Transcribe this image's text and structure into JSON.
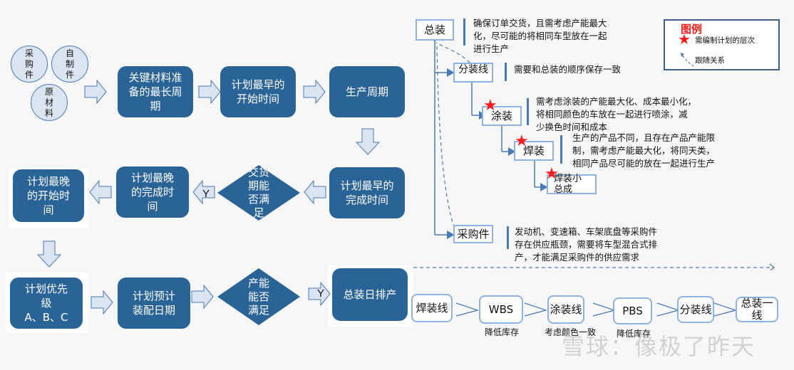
{
  "inputs": {
    "purchased": "采\n购\n件",
    "self_made": "自\n制\n件",
    "raw_material": "原\n材\n料"
  },
  "flow": {
    "key_material": "关键材料准\n备的最长周\n期",
    "earliest_start": "计划最早的\n开始时间",
    "production_cycle": "生产周期",
    "earliest_finish": "计划最早的\n完成时间",
    "delivery_decision": "交货\n期能\n否满\n足",
    "latest_finish": "计划最晚\n的完成时\n间",
    "latest_start": "计划最晚\n的开始时\n间",
    "priority": "计划优先\n级\nA、B、C",
    "expected_assembly_date": "计划预计\n装配日期",
    "capacity_decision": "产能\n能否\n满足",
    "daily_schedule": "总装日排产",
    "yes_label_1": "Y",
    "yes_label_2": "Y"
  },
  "hierarchy": {
    "final_assembly": {
      "label": "总装",
      "note": "确保订单交货，且需考虑产能最大\n化，尽可能的将相同车型放在一起\n进行生产"
    },
    "sub_assembly": {
      "label": "分装线",
      "note": "需要和总装的顺序保存一致"
    },
    "painting": {
      "label": "涂装",
      "note": "需考虑涂装的产能最大化、成本最小化，\n将相同颜色的车放在一起进行喷涂，减\n少换色时间和成本"
    },
    "welding": {
      "label": "焊装",
      "note": "生产的产品不同，且存在产品产能限\n制，需考虑产能最大化，将同天类，\n相同产品尽可能的放在一起进行生产"
    },
    "welding_subassembly": {
      "label": "焊装小\n总成"
    },
    "purchased_parts": {
      "label": "采购件",
      "note": "发动机、变速箱、车架底盘等采购件\n存在供应瓶颈，需要将车型混合式排\n产，才能满足采购件的供应需求"
    }
  },
  "legend": {
    "title": "图例",
    "star_label": "需编制计划的层次",
    "dashed_label": "跟随关系",
    "star_color": "#ff1a1a"
  },
  "line_flow": {
    "nodes": [
      {
        "label": "焊装线",
        "sub": ""
      },
      {
        "label": "WBS",
        "sub": "降低库存"
      },
      {
        "label": "涂装线",
        "sub": "考虑颜色一致"
      },
      {
        "label": "PBS",
        "sub": "降低库存"
      },
      {
        "label": "分装线",
        "sub": ""
      },
      {
        "label": "总装一\n线",
        "sub": ""
      }
    ]
  },
  "watermark": "雪球：像极了昨天",
  "colors": {
    "box_fill": "#2a6496",
    "arrow_fill": "#dbe5f1",
    "arrow_stroke": "#4a7ab5",
    "node_border": "#8db3e2",
    "background": "#f7f7f7"
  }
}
